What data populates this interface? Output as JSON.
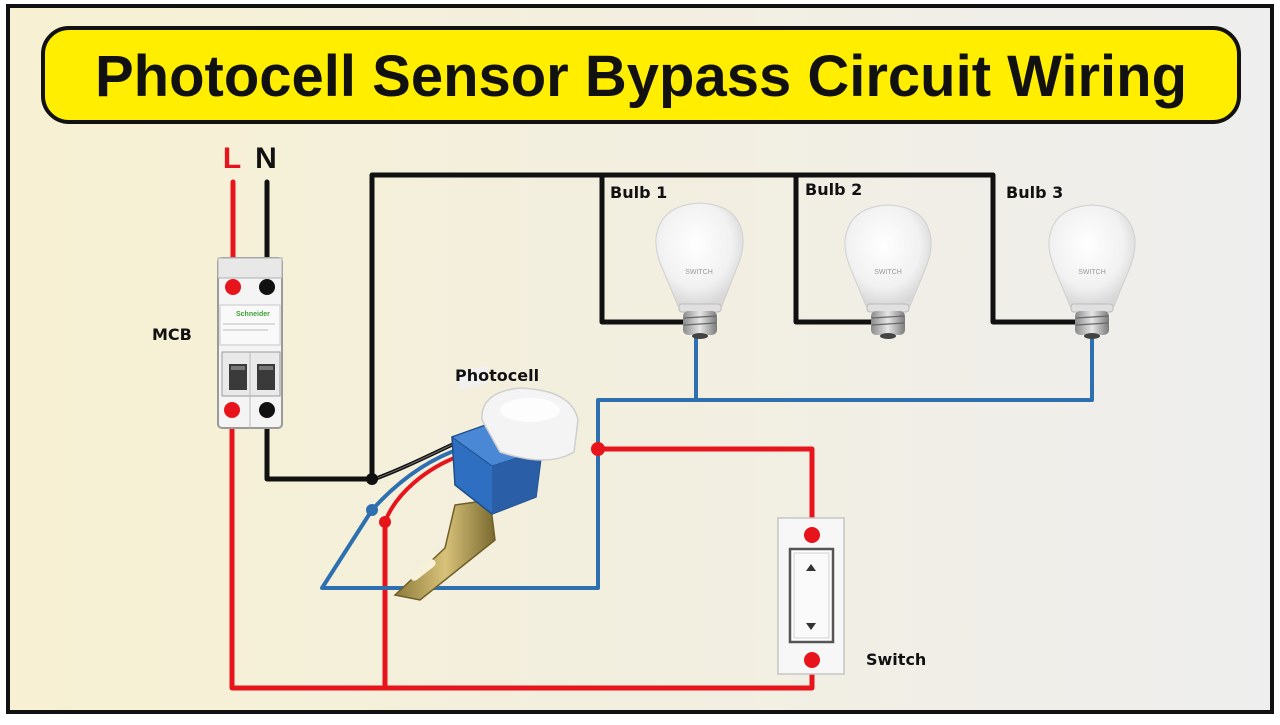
{
  "title": "Photocell Sensor Bypass Circuit Wiring",
  "supply": {
    "live": "L",
    "neutral": "N"
  },
  "labels": {
    "mcb": "MCB",
    "photocell": "Photocell",
    "switch": "Switch",
    "bulb1": "Bulb 1",
    "bulb2": "Bulb 2",
    "bulb3": "Bulb 3"
  },
  "mcb_brand": "Schneider",
  "bulb_brand": "SWITCH",
  "colors": {
    "background": "#f8f3dc",
    "title_fill": "#ffee00",
    "live_wire": "#e8141c",
    "neutral_wire": "#111111",
    "switched_wire": "#2e6fb0",
    "photocell_body": "#2f6fc1",
    "mcb_green": "#3aa335"
  }
}
